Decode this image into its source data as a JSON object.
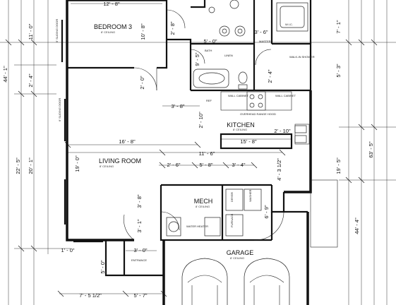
{
  "plan": {
    "rooms": {
      "bedroom3": "BEDROOM 3",
      "bedroom3_ceiling": "8' CEILING",
      "living": "LIVING ROOM",
      "living_ceiling": "8' CEILING",
      "kitchen": "KITCHEN",
      "kitchen_ceiling": "8' CEILING",
      "mech": "MECH",
      "mech_ceiling": "8' CEILING",
      "garage": "GARAGE",
      "garage_ceiling": "8' CEILING",
      "bath": "BATH",
      "master": "MASTER",
      "wic": "W.I.C.",
      "walkin_shower": "WALK-IN SHOWER",
      "entrance": "ENTRANCE"
    },
    "labels": {
      "wall_cabinet_1": "WALL CABINET",
      "wall_cabinet_2": "WALL CABINET",
      "overhead_hood": "OVERHEAD RANGE HOOD",
      "ref": "REF",
      "water_heater": "WATER HEATER",
      "furnace": "FURNACE",
      "washer": "WASHER",
      "dryer": "DRYER",
      "sliding_door": "6' SLIDING DOOR",
      "sliding_door_2": "6' SLIDING DOOR",
      "linen": "LINEN"
    },
    "dims": {
      "d_12_8": "12' - 8\"",
      "d_10_8": "10' - 8\"",
      "d_11_0": "11' - 0\"",
      "d_2_4": "2' - 4\"",
      "d_44_1": "44' - 1\"",
      "d_22_5": "22' - 5\"",
      "d_20_1": "20' - 1\"",
      "d_19_0": "19' - 0\"",
      "d_16_8": "16' - 8\"",
      "d_3_8a": "3' - 8\"",
      "d_2_10a": "2' - 10\"",
      "d_2_10b": "2' - 10\"",
      "d_15_8": "15' - 8\"",
      "d_11_6": "11' - 6\"",
      "d_2_6": "2' - 6\"",
      "d_5_8": "5' - 8\"",
      "d_3_4": "3' - 4\"",
      "d_4_3_half": "4' - 3 1/2\"",
      "d_3_8b": "3' - 8\"",
      "d_3_1": "3' - 1\"",
      "d_6_9": "6' - 9\"",
      "d_1_0": "1' - 0\"",
      "d_3_0": "3' - 0\"",
      "d_5_0a": "5' - 0\"",
      "d_5_0b": "5' - 0\"",
      "d_7_5_half": "7' - 5 1/2\"",
      "d_5_7": "5' - 7\"",
      "d_3_6": "3' - 6\"",
      "d_7_1": "7' - 1\"",
      "d_5_3": "5' - 3\"",
      "d_19_5": "19' - 5\"",
      "d_63_5": "63' - 5\"",
      "d_44_4": "44' - 4\"",
      "d_2_8": "2' - 8\"",
      "d_9_5": "9' - 5\"",
      "d_2_0": "2' - 0\"",
      "d_2_4b": "2' - 4\""
    }
  }
}
